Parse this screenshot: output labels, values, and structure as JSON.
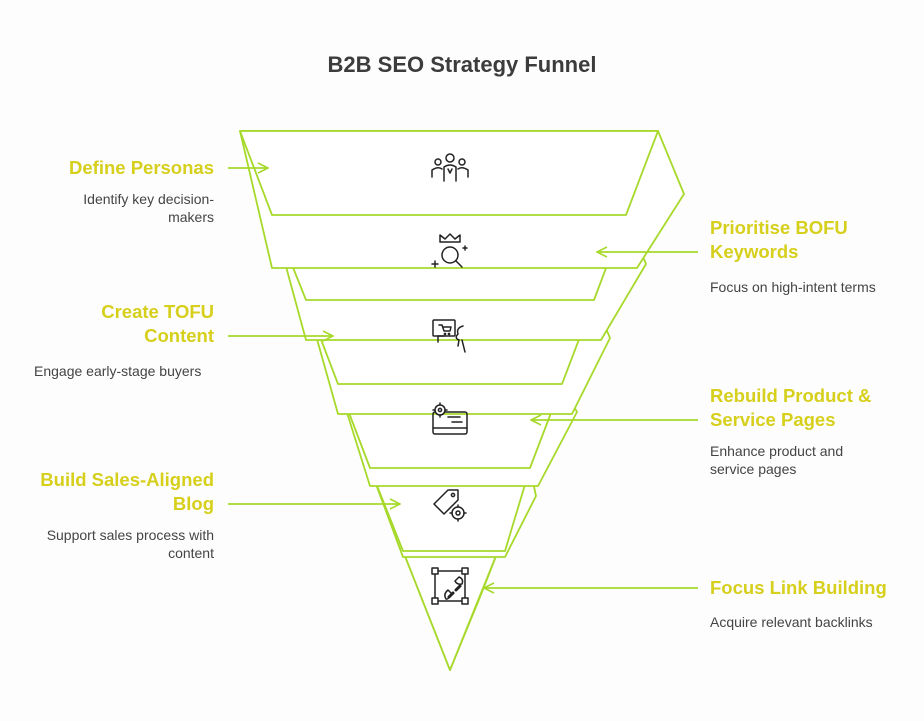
{
  "title": "B2B SEO Strategy Funnel",
  "colors": {
    "accent": "#d6cf1c",
    "outline": "#a6d92a",
    "title": "#3c3c3c",
    "text": "#444444"
  },
  "stages": [
    {
      "title": "Define Personas",
      "description": "Identify key decision-makers",
      "icon": "team-persona-icon",
      "side": "left"
    },
    {
      "title": "Prioritise BOFU Keywords",
      "description": "Focus on high-intent terms",
      "icon": "keyword-crown-search-icon",
      "side": "right"
    },
    {
      "title": "Create TOFU Content",
      "description": "Engage early-stage buyers",
      "icon": "content-cart-icon",
      "side": "left"
    },
    {
      "title": "Rebuild Product & Service Pages",
      "description": "Enhance product and service pages",
      "icon": "page-settings-icon",
      "side": "right"
    },
    {
      "title": "Build Sales-Aligned Blog",
      "description": "Support sales process with content",
      "icon": "tag-gear-icon",
      "side": "left"
    },
    {
      "title": "Focus Link Building",
      "description": "Acquire relevant backlinks",
      "icon": "link-frame-icon",
      "side": "right"
    }
  ]
}
